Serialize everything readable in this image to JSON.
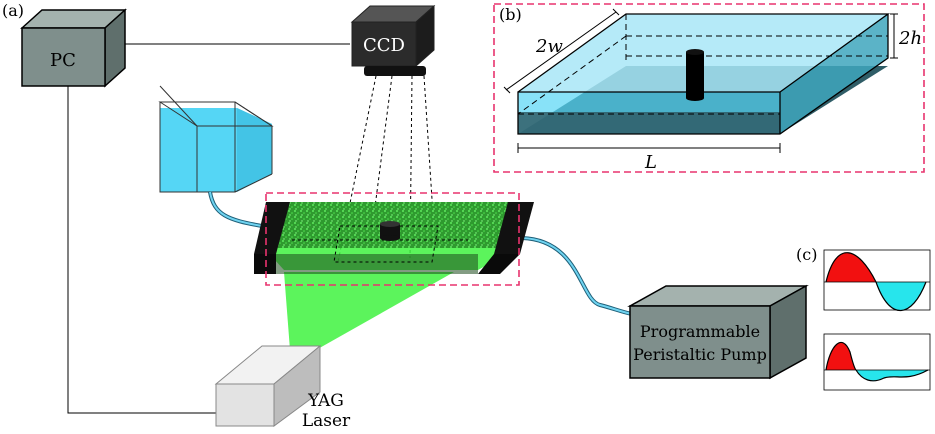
{
  "panels": {
    "a": "(a)",
    "b": "(b)",
    "c": "(c)"
  },
  "devices": {
    "pc": "PC",
    "ccd": "CCD",
    "laser_line1": "YAG",
    "laser_line2": "Laser",
    "pump_line1": "Programmable",
    "pump_line2": "Peristaltic Pump"
  },
  "dimensions": {
    "width": "2w",
    "height": "2h",
    "length": "L"
  },
  "colors": {
    "device_gray": "#7f8f8c",
    "water": "#55d6f5",
    "channel_top": "#a8e6f7",
    "channel_floor": "#2f5d67",
    "laser_green": "#3ff23f",
    "highlight_box": "#e8336e",
    "waveform_positive": "#f21010",
    "waveform_negative": "#27e5ec"
  }
}
